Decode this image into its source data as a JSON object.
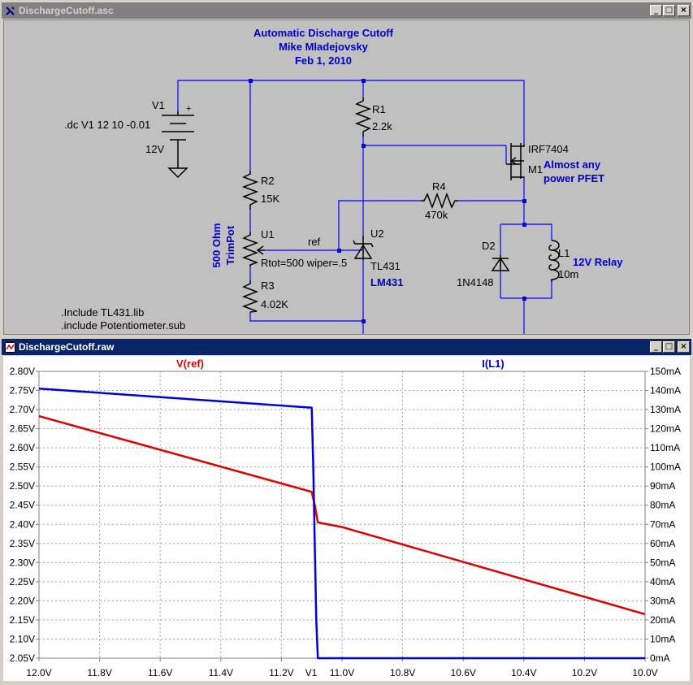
{
  "schematic_window": {
    "title": "DischargeCutoff.asc",
    "buttons": {
      "minimize": "_",
      "maximize": "□",
      "close": "×"
    }
  },
  "schematic": {
    "header": [
      "Automatic Discharge Cutoff",
      "Mike Mladejovsky",
      "Feb 1, 2010"
    ],
    "V1": {
      "name": "V1",
      "value": "12V",
      "directive": ".dc V1 12 10 -0.01",
      "plus": "+"
    },
    "R1": {
      "name": "R1",
      "value": "2.2k"
    },
    "R2": {
      "name": "R2",
      "value": "15K"
    },
    "R3": {
      "name": "R3",
      "value": "4.02K"
    },
    "R4": {
      "name": "R4",
      "value": "470k"
    },
    "U1": {
      "name": "U1",
      "value": "Rtot=500 wiper=.5",
      "comment": [
        "500 Ohm",
        "TrimPot"
      ]
    },
    "U2": {
      "name": "U2",
      "value": "TL431",
      "comment": "LM431"
    },
    "M1": {
      "name": "M1",
      "value": "IRF7404",
      "comment": [
        "Almost any",
        "power PFET"
      ]
    },
    "D2": {
      "name": "D2",
      "value": "1N4148"
    },
    "L1": {
      "name": "L1",
      "value": "10m",
      "comment": "12V Relay"
    },
    "net_ref": "ref",
    "includes": [
      ".Include TL431.lib",
      ".include Potentiometer.sub"
    ],
    "colors": {
      "wire": "#0000ff",
      "component": "#000000",
      "comment": "#0000c8",
      "background": "#c0c0c0"
    }
  },
  "plot_window": {
    "title": "DischargeCutoff.raw",
    "buttons": {
      "minimize": "_",
      "maximize": "□",
      "close": "×"
    }
  },
  "chart_data": {
    "type": "line",
    "series": [
      {
        "name": "V(ref)",
        "axis": "left",
        "color": "#e00000",
        "x": [
          12.0,
          11.1,
          11.09,
          11.08,
          11.0,
          10.0
        ],
        "y": [
          2.683,
          2.485,
          2.45,
          2.405,
          2.393,
          2.165
        ]
      },
      {
        "name": "I(L1)",
        "axis": "right",
        "color": "#0000e0",
        "x": [
          12.0,
          11.1,
          11.095,
          11.09,
          11.085,
          11.08,
          10.0
        ],
        "y": [
          141,
          131,
          100,
          60,
          20,
          0,
          0
        ]
      }
    ],
    "xlabel": "V1",
    "xlim": [
      12.0,
      10.0
    ],
    "xticks": [
      "12.0V",
      "11.8V",
      "11.6V",
      "11.4V",
      "11.2V",
      "11.0V",
      "10.8V",
      "10.6V",
      "10.4V",
      "10.2V",
      "10.0V"
    ],
    "xtick_values": [
      12.0,
      11.8,
      11.6,
      11.4,
      11.2,
      11.0,
      10.8,
      10.6,
      10.4,
      10.2,
      10.0
    ],
    "ylim_left": [
      2.05,
      2.8
    ],
    "yticks_left": [
      "2.80V",
      "2.75V",
      "2.70V",
      "2.65V",
      "2.60V",
      "2.55V",
      "2.50V",
      "2.45V",
      "2.40V",
      "2.35V",
      "2.30V",
      "2.25V",
      "2.20V",
      "2.15V",
      "2.10V",
      "2.05V"
    ],
    "ylim_right": [
      0,
      150
    ],
    "yticks_right": [
      "150mA",
      "140mA",
      "130mA",
      "120mA",
      "110mA",
      "100mA",
      "90mA",
      "80mA",
      "70mA",
      "60mA",
      "50mA",
      "40mA",
      "30mA",
      "20mA",
      "10mA",
      "0mA"
    ],
    "grid": true
  }
}
